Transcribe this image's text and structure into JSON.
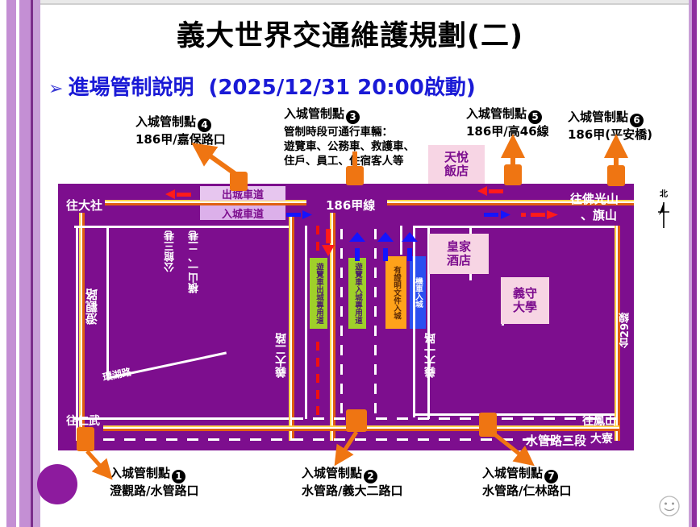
{
  "slide": {
    "title": "義大世界交通維護規劃(二)",
    "subhead_bullet": "➢",
    "subhead_text": "進場管制說明",
    "subhead_time": "(2025/12/31  20:00啟動)"
  },
  "callouts": [
    {
      "id": "cp4",
      "line1": "入城管制點",
      "num": "4",
      "line2": "186甲/嘉保路口"
    },
    {
      "id": "cp3",
      "line1": "入城管制點",
      "num": "3",
      "line2": ""
    },
    {
      "id": "cp5",
      "line1": "入城管制點",
      "num": "5",
      "line2": "186甲/高46線"
    },
    {
      "id": "cp6",
      "line1": "入城管制點",
      "num": "6",
      "line2": "186甲(平安橋)"
    },
    {
      "id": "cp1",
      "line1": "入城管制點",
      "num": "1",
      "line2": "澄觀路/水管路口"
    },
    {
      "id": "cp2",
      "line1": "入城管制點",
      "num": "2",
      "line2": "水管路/義大二路口"
    },
    {
      "id": "cp7",
      "line1": "入城管制點",
      "num": "7",
      "line2": "水管路/仁林路口"
    }
  ],
  "vehicle_note": {
    "line1": "管制時段可通行車輛：",
    "line2": "遊覽車、公務車、救護車、",
    "line3": "住戶、員工、住宿客人等"
  },
  "map": {
    "main_road_label": "186甲線",
    "lane_out": "出城車道",
    "lane_in": "入城車道",
    "dest_left_top": "往大社",
    "dest_right_top1": "往佛光山",
    "dest_right_top2": "、旗山",
    "dest_left_bottom": "往仁武",
    "dest_right_bottom1": "往鳳山",
    "dest_right_bottom2": "大寮",
    "bottom_road": "水管路三段",
    "road_left_vertical": "澄觀路",
    "road_right_vertical": "台29線",
    "road_center_left_vertical": "義大二路",
    "road_center_right_vertical": "義大一路",
    "block_label_1": "公館三巷",
    "block_label_2": "橫山一、二巷",
    "block_label_3": "環湖路",
    "poi_hotel1": {
      "l1": "天悅",
      "l2": "飯店"
    },
    "poi_hotel2": {
      "l1": "皇家",
      "l2": "酒店"
    },
    "poi_university": {
      "l1": "義守",
      "l2": "大學"
    },
    "channels": [
      {
        "id": "ch-bus-out",
        "text": "遊覽車出城專用道",
        "color": "#9fd02a"
      },
      {
        "id": "ch-bus-in",
        "text": "遊覽車入城專用道",
        "color": "#9fd02a"
      },
      {
        "id": "ch-permit-in",
        "text": "有證明文件入城",
        "color": "#ffa21a"
      },
      {
        "id": "ch-moto-in",
        "text": "機車入城",
        "color": "#2b4ff0"
      }
    ],
    "compass": {
      "label": "北"
    }
  },
  "colors": {
    "map_bg": "#7d0e8e",
    "marker": "#ef7512",
    "heading_blue": "#1a1ad6",
    "lane_out": "#e7c6ef",
    "lane_in": "#dcb0ea",
    "poi": "#f7d5e4"
  }
}
